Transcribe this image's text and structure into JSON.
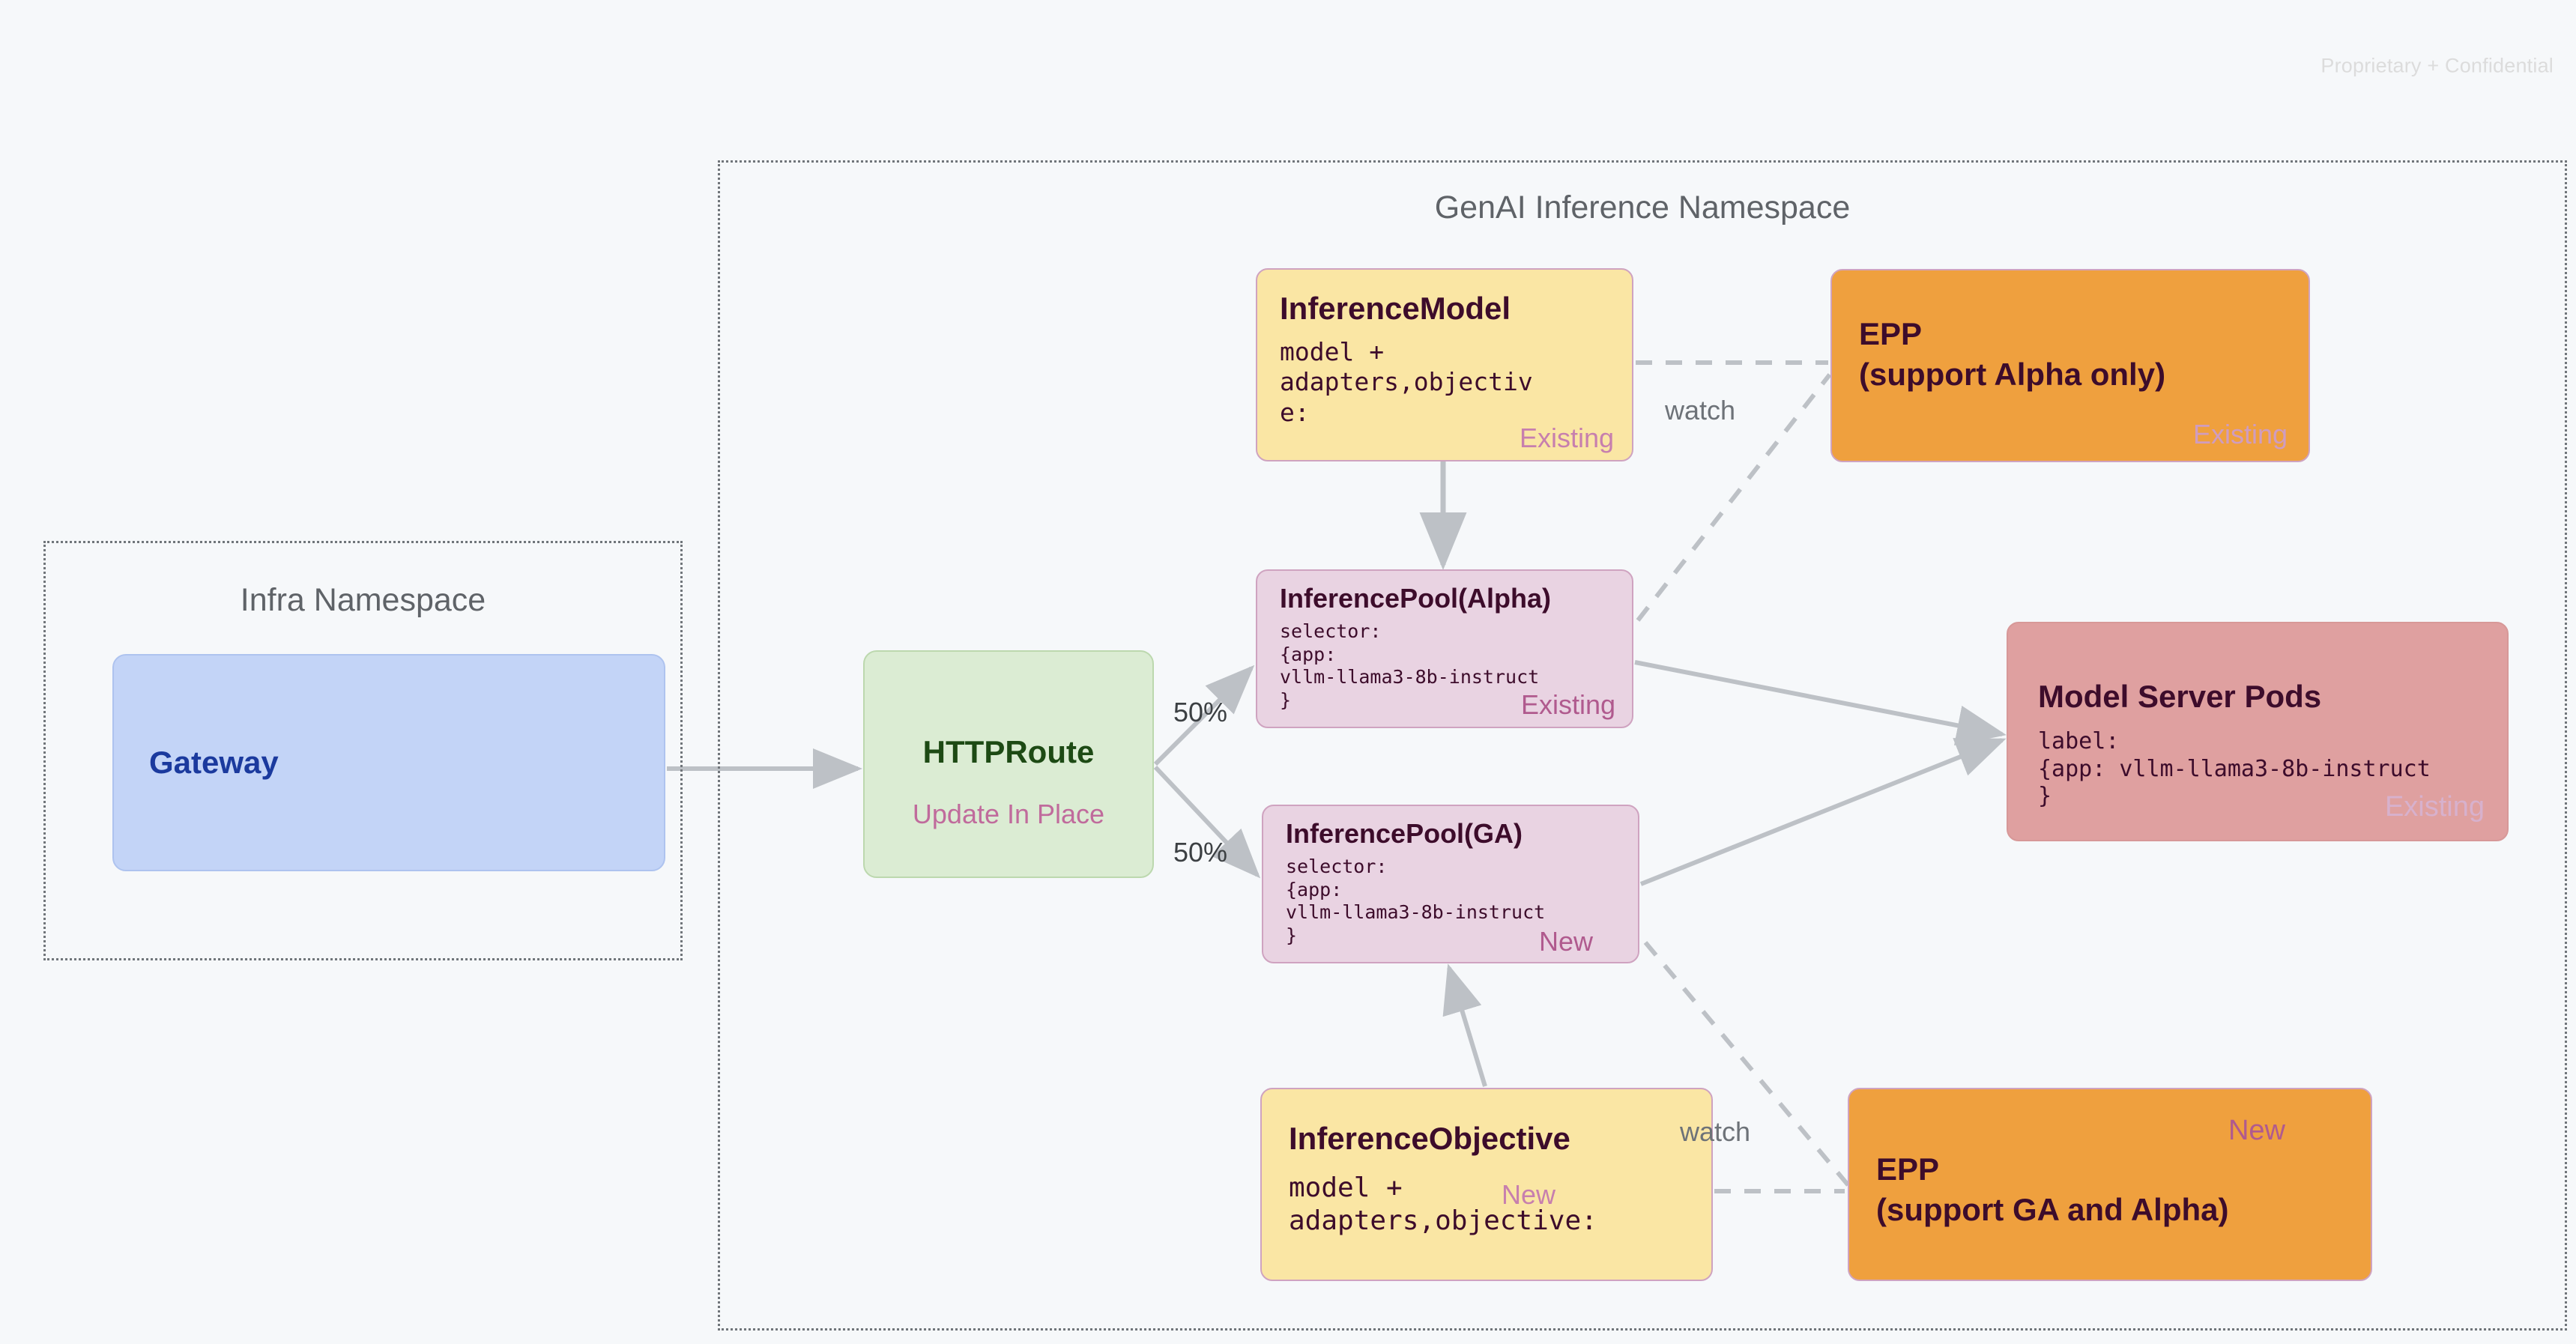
{
  "page": {
    "confidential_notice": "Proprietary + Confidential"
  },
  "namespaces": {
    "infra": {
      "title": "Infra Namespace"
    },
    "genai": {
      "title": "GenAI Inference Namespace"
    }
  },
  "nodes": {
    "gateway": {
      "title": "Gateway"
    },
    "httproute": {
      "title": "HTTPRoute",
      "badge": "Update In Place"
    },
    "inference_model": {
      "title": "InferenceModel",
      "body": "model +\nadapters,objectiv\ne:",
      "badge": "Existing"
    },
    "pool_alpha": {
      "title": "InferencePool(Alpha)",
      "body": "selector:\n{app:\nvllm-llama3-8b-instruct\n}",
      "badge": "Existing"
    },
    "pool_ga": {
      "title": "InferencePool(GA)",
      "body": "selector:\n{app:\nvllm-llama3-8b-instruct\n}",
      "badge": "New"
    },
    "inference_objective": {
      "title": "InferenceObjective",
      "body": "model +\nadapters,objective:",
      "badge": "New"
    },
    "epp_alpha": {
      "title": "EPP\n(support Alpha only)",
      "badge": "Existing"
    },
    "epp_ga": {
      "title": "EPP\n(support GA and Alpha)",
      "badge": "New"
    },
    "model_server_pods": {
      "title": "Model Server Pods",
      "body": "label:\n{app: vllm-llama3-8b-instruct\n}",
      "badge": "Existing"
    }
  },
  "edges": {
    "split_top": "50%",
    "split_bottom": "50%",
    "watch_top": "watch",
    "watch_bottom": "watch"
  },
  "colors": {
    "canvas": "#f6f8fa",
    "gateway_fill": "#c3d4f7",
    "gateway_text": "#1b3a9e",
    "httproute_fill": "#dbecd3",
    "httproute_text": "#1d4a14",
    "yellow_fill": "#fae6a4",
    "pink_fill": "#e9d3e2",
    "orange_fill": "#efa03e",
    "red_fill": "#dfa0a0",
    "badge_new": "#b05a8e",
    "badge_existing": "#c77fae",
    "edge_stroke": "#bdc1c6",
    "namespace_border": "#70757a"
  }
}
